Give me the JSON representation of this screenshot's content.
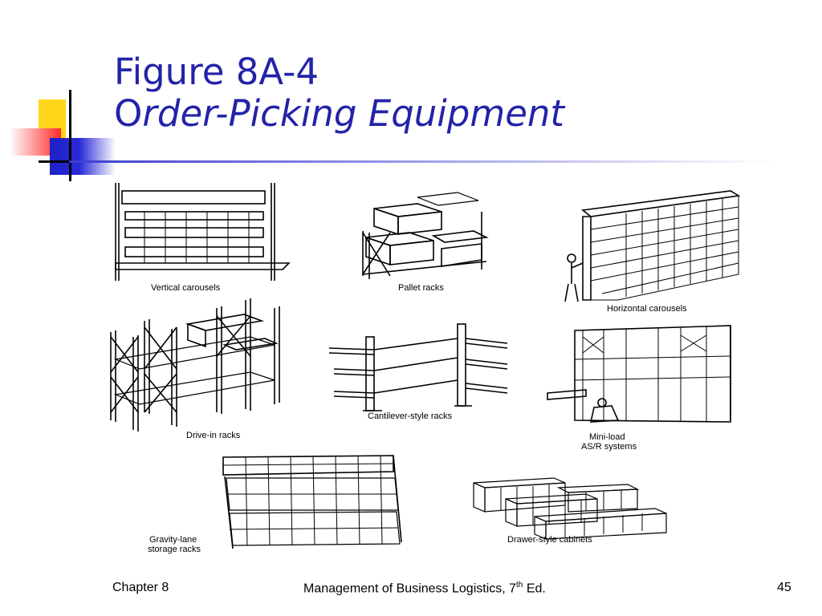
{
  "slide": {
    "title_line1": "Figure 8A-4",
    "title_line2_first": "O",
    "title_line2_rest": "rder-Picking Equipment"
  },
  "figure": {
    "labels": {
      "vertical_carousels": "Vertical carousels",
      "pallet_racks": "Pallet racks",
      "horizontal_carousels": "Horizontal carousels",
      "drive_in_racks": "Drive-in racks",
      "cantilever_racks": "Cantilever-style racks",
      "mini_load_1": "Mini-load",
      "mini_load_2": "AS/R systems",
      "gravity_lane_1": "Gravity-lane",
      "gravity_lane_2": "storage racks",
      "drawer_cabinets": "Drawer-style cabinets"
    }
  },
  "footer": {
    "left": "Chapter 8",
    "center": "Management of Business Logistics, 7",
    "center_sup": "th",
    "center_end": " Ed.",
    "page_number": "45"
  },
  "colors": {
    "title": "#2323a8",
    "logo_yellow": "#ffd51a",
    "logo_red": "#ff2a2a",
    "logo_blue": "#2020c8"
  }
}
